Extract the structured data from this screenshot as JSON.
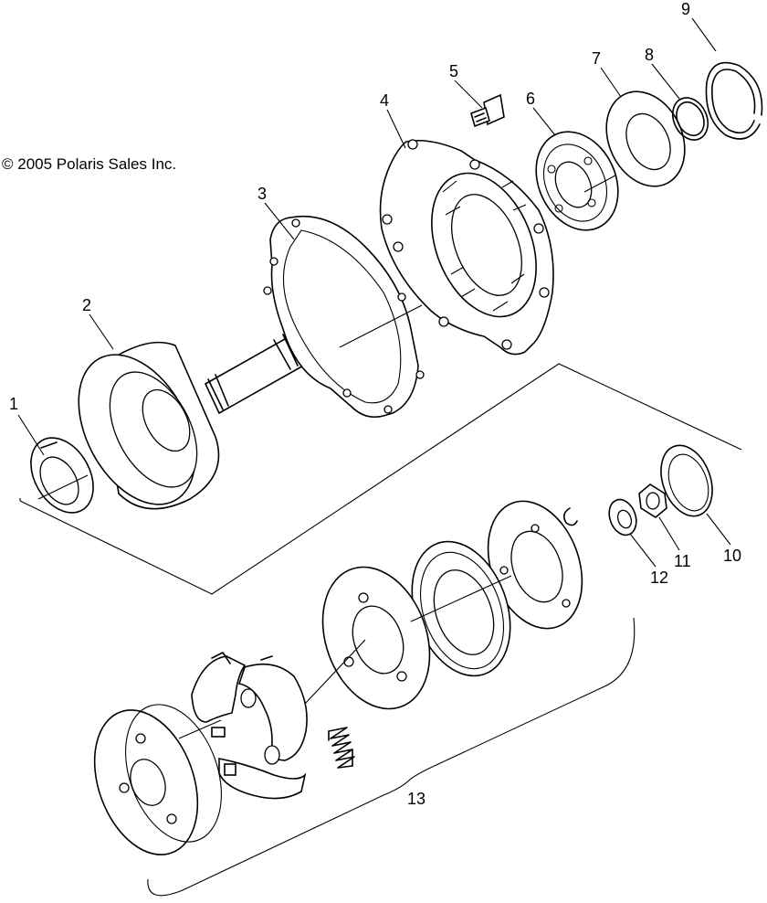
{
  "copyright": "© 2005 Polaris Sales Inc.",
  "callouts": [
    "1",
    "2",
    "3",
    "4",
    "5",
    "6",
    "7",
    "8",
    "9",
    "10",
    "11",
    "12",
    "13"
  ]
}
